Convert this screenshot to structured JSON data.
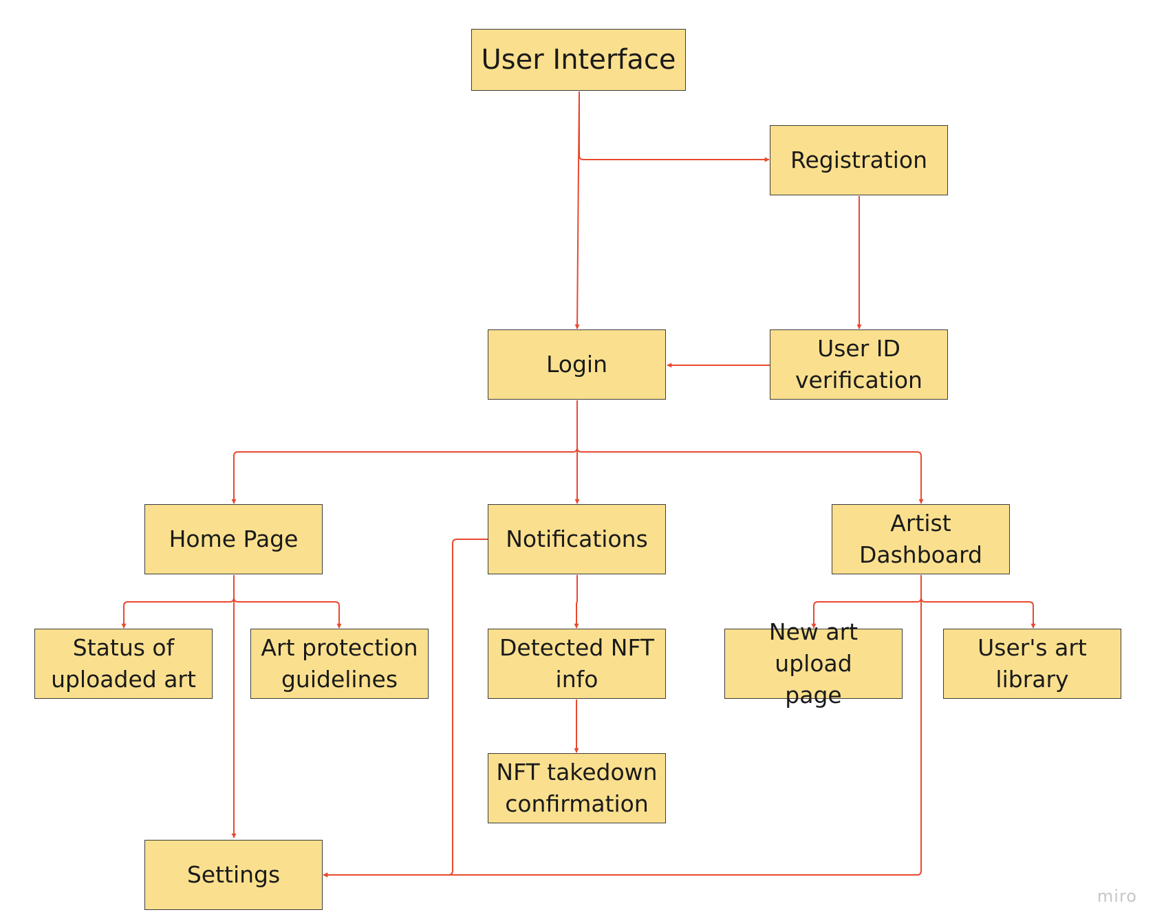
{
  "diagram": {
    "nodes": [
      {
        "id": "user-interface",
        "label": "User Interface"
      },
      {
        "id": "registration",
        "label": "Registration"
      },
      {
        "id": "login",
        "label": "Login"
      },
      {
        "id": "user-id-verification",
        "label": "User ID\nverification"
      },
      {
        "id": "home-page",
        "label": "Home Page"
      },
      {
        "id": "notifications",
        "label": "Notifications"
      },
      {
        "id": "artist-dashboard",
        "label": "Artist\nDashboard"
      },
      {
        "id": "status-of-uploaded-art",
        "label": "Status of\nuploaded art"
      },
      {
        "id": "art-protection-guidelines",
        "label": "Art protection\nguidelines"
      },
      {
        "id": "detected-nft-info",
        "label": "Detected NFT\ninfo"
      },
      {
        "id": "nft-takedown-confirmation",
        "label": "NFT takedown\nconfirmation"
      },
      {
        "id": "new-art-upload-page",
        "label": "New art upload\npage"
      },
      {
        "id": "users-art-library",
        "label": "User's art\nlibrary"
      },
      {
        "id": "settings",
        "label": "Settings"
      }
    ],
    "edges": [
      {
        "from": "user-interface",
        "to": "registration"
      },
      {
        "from": "user-interface",
        "to": "login"
      },
      {
        "from": "registration",
        "to": "user-id-verification"
      },
      {
        "from": "user-id-verification",
        "to": "login"
      },
      {
        "from": "login",
        "to": "home-page"
      },
      {
        "from": "login",
        "to": "notifications"
      },
      {
        "from": "login",
        "to": "artist-dashboard"
      },
      {
        "from": "home-page",
        "to": "status-of-uploaded-art"
      },
      {
        "from": "home-page",
        "to": "art-protection-guidelines"
      },
      {
        "from": "home-page",
        "to": "settings"
      },
      {
        "from": "notifications",
        "to": "detected-nft-info"
      },
      {
        "from": "detected-nft-info",
        "to": "nft-takedown-confirmation"
      },
      {
        "from": "notifications",
        "to": "settings"
      },
      {
        "from": "artist-dashboard",
        "to": "new-art-upload-page"
      },
      {
        "from": "artist-dashboard",
        "to": "users-art-library"
      },
      {
        "from": "artist-dashboard",
        "to": "settings"
      }
    ],
    "style": {
      "node_fill": "#fae08e",
      "node_border": "#3a3a3a",
      "edge_color": "#e8482f",
      "text_color": "#1a1a1a"
    }
  },
  "watermark": "miro"
}
